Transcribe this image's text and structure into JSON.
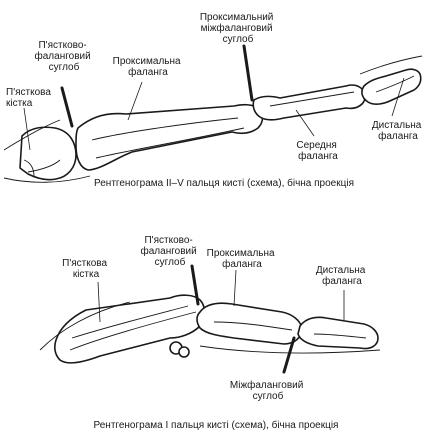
{
  "diagram_top": {
    "labels": {
      "metacarpal_bone": [
        "П'ясткова",
        "кістка"
      ],
      "mcp_joint": [
        "П'ястково-",
        "фаланговий",
        "суглоб"
      ],
      "proximal_phalanx": [
        "Проксимальна",
        "фаланга"
      ],
      "pip_joint": [
        "Проксимальний",
        "міжфаланговий",
        "суглоб"
      ],
      "middle_phalanx": [
        "Середня",
        "фаланга"
      ],
      "distal_phalanx": [
        "Дистальна",
        "фаланга"
      ]
    },
    "caption": "Рентгенограма II–V пальця кисті (схема), бічна проекція"
  },
  "diagram_bottom": {
    "labels": {
      "metacarpal_bone": [
        "П'ясткова",
        "кістка"
      ],
      "mcp_joint": [
        "П'ястково-",
        "фаланговий",
        "суглоб"
      ],
      "proximal_phalanx": [
        "Проксимальна",
        "фаланга"
      ],
      "distal_phalanx": [
        "Дистальна",
        "фаланга"
      ],
      "ip_joint": [
        "Міжфаланговий",
        "суглоб"
      ]
    },
    "caption": "Рентгенограма I пальця кисті (схема), бічна проекція"
  },
  "colors": {
    "ink": "#1a1a1a",
    "background": "#ffffff"
  }
}
